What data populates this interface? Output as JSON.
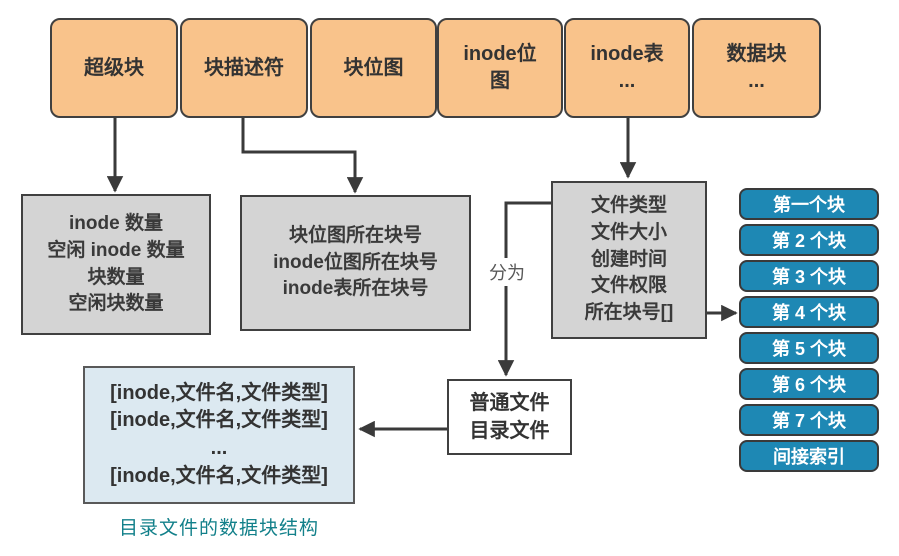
{
  "top_row": {
    "items": [
      {
        "label": "超级块"
      },
      {
        "label": "块描述符"
      },
      {
        "label": "块位图"
      },
      {
        "label": "inode位图"
      },
      {
        "label": "inode表",
        "sub": "..."
      },
      {
        "label": "数据块",
        "sub": "..."
      }
    ]
  },
  "superblock_info": {
    "lines": [
      "inode 数量",
      "空闲 inode 数量",
      "块数量",
      "空闲块数量"
    ]
  },
  "descriptor_info": {
    "lines": [
      "块位图所在块号",
      "inode位图所在块号",
      "inode表所在块号"
    ]
  },
  "inode_info": {
    "lines": [
      "文件类型",
      "文件大小",
      "创建时间",
      "文件权限",
      "所在块号[]"
    ]
  },
  "split_label": "分为",
  "file_types": {
    "lines": [
      "普通文件",
      "目录文件"
    ]
  },
  "dir_block": {
    "lines": [
      "[inode,文件名,文件类型]",
      "[inode,文件名,文件类型]",
      "...",
      "[inode,文件名,文件类型]"
    ]
  },
  "caption": "目录文件的数据块结构",
  "blocks": {
    "items": [
      "第一个块",
      "第 2 个块",
      "第 3 个块",
      "第 4 个块",
      "第 5 个块",
      "第 6 个块",
      "第 7 个块",
      "间接索引"
    ]
  },
  "colors": {
    "orange": "#F9C38B",
    "gray": "#D4D4D4",
    "blue": "#1E88B4",
    "lightblue": "#DCE9F1",
    "teal": "#12808A",
    "line": "#3A3A3A"
  }
}
